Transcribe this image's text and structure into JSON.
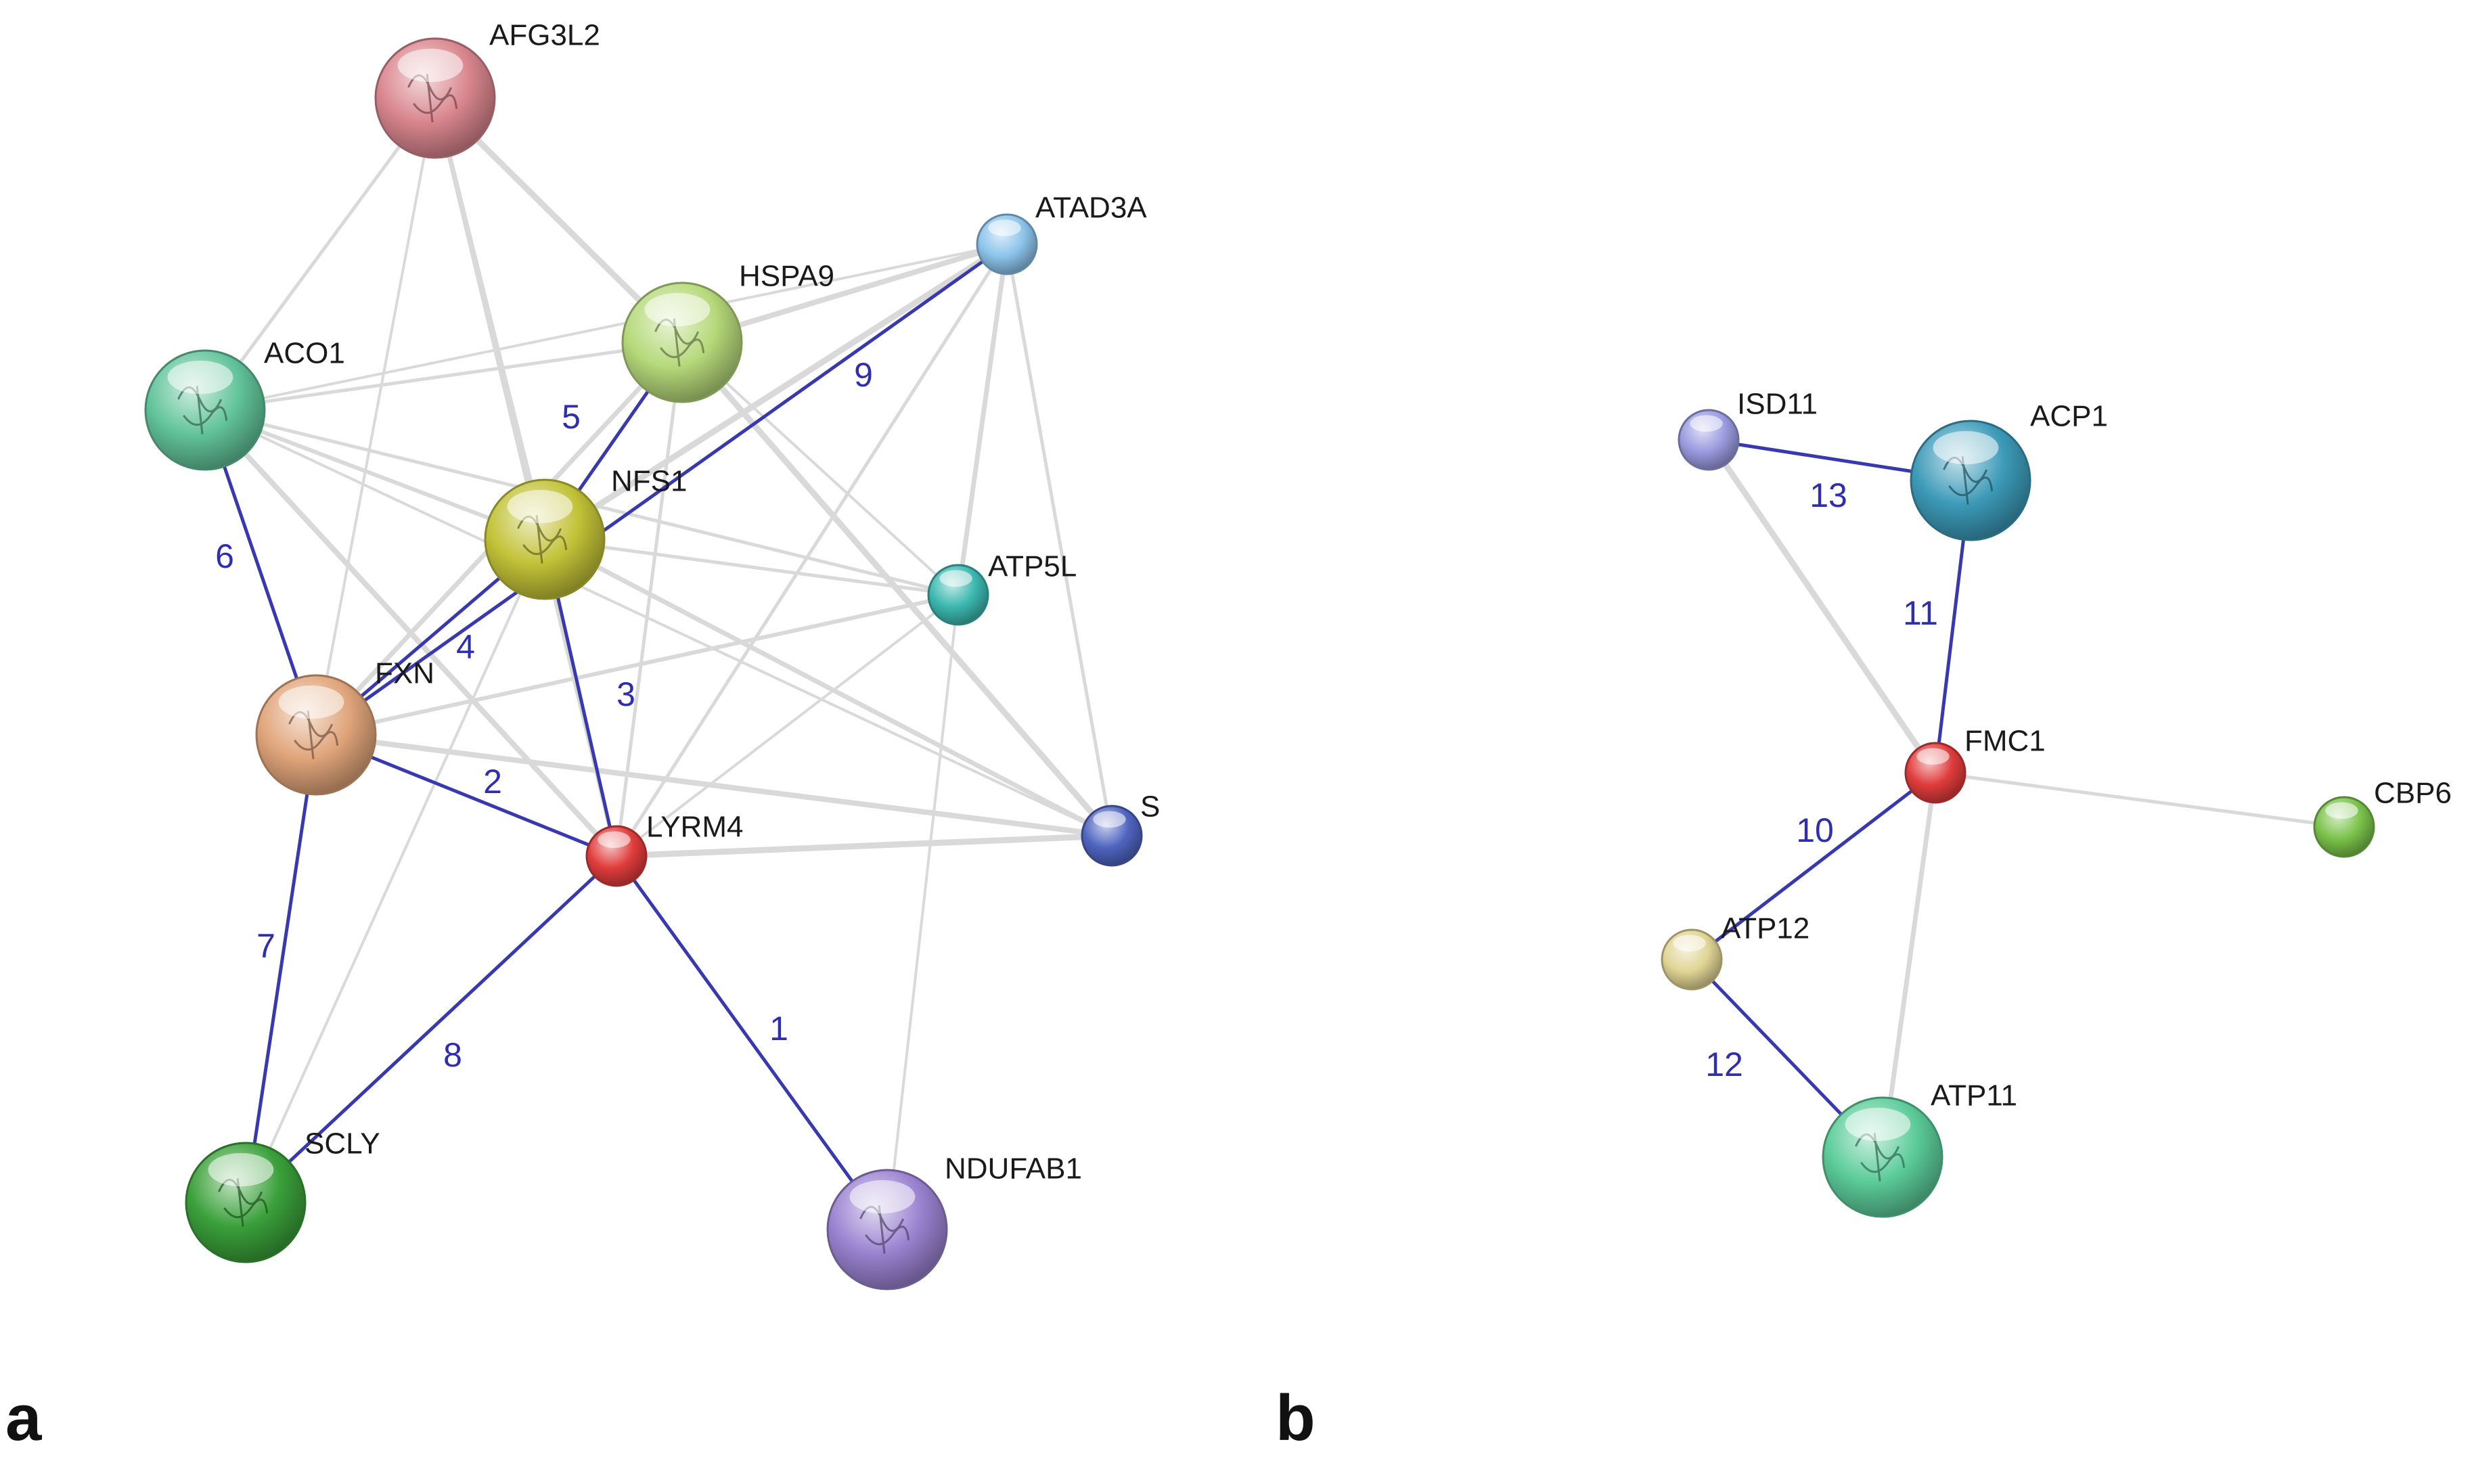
{
  "panels": [
    {
      "letter": "a",
      "nodes": [
        {
          "id": "AFG3L2",
          "label": "AFG3L2",
          "color": "#d9868e",
          "has_structure": true
        },
        {
          "id": "ATAD3A",
          "label": "ATAD3A",
          "color": "#8cc4ea",
          "has_structure": false
        },
        {
          "id": "HSPA9",
          "label": "HSPA9",
          "color": "#b6d97a",
          "has_structure": true
        },
        {
          "id": "ACO1",
          "label": "ACO1",
          "color": "#62c49a",
          "has_structure": true
        },
        {
          "id": "NFS1",
          "label": "NFS1",
          "color": "#c2c238",
          "has_structure": true
        },
        {
          "id": "ATP5L",
          "label": "ATP5L",
          "color": "#3cb8b0",
          "has_structure": false
        },
        {
          "id": "FXN",
          "label": "FXN",
          "color": "#e0a47a",
          "has_structure": true
        },
        {
          "id": "S",
          "label": "S",
          "color": "#4f64c0",
          "has_structure": false
        },
        {
          "id": "LYRM4",
          "label": "LYRM4",
          "color": "#e03c3c",
          "has_structure": false
        },
        {
          "id": "SCLY",
          "label": "SCLY",
          "color": "#3aa03a",
          "has_structure": true
        },
        {
          "id": "NDUFAB1",
          "label": "NDUFAB1",
          "color": "#9a82d0",
          "has_structure": true
        }
      ],
      "highlighted_edges": [
        {
          "source": "LYRM4",
          "target": "NDUFAB1",
          "label": "1"
        },
        {
          "source": "FXN",
          "target": "LYRM4",
          "label": "2"
        },
        {
          "source": "NFS1",
          "target": "LYRM4",
          "label": "3"
        },
        {
          "source": "FXN",
          "target": "NFS1",
          "label": "4"
        },
        {
          "source": "NFS1",
          "target": "HSPA9",
          "label": "5"
        },
        {
          "source": "ACO1",
          "target": "FXN",
          "label": "6"
        },
        {
          "source": "FXN",
          "target": "SCLY",
          "label": "7"
        },
        {
          "source": "LYRM4",
          "target": "SCLY",
          "label": "8"
        },
        {
          "source": "FXN",
          "target": "ATAD3A",
          "label": "9"
        }
      ],
      "background_edges": [
        [
          "AFG3L2",
          "HSPA9"
        ],
        [
          "AFG3L2",
          "ACO1"
        ],
        [
          "AFG3L2",
          "NFS1"
        ],
        [
          "AFG3L2",
          "FXN"
        ],
        [
          "AFG3L2",
          "LYRM4"
        ],
        [
          "HSPA9",
          "ATAD3A"
        ],
        [
          "HSPA9",
          "ACO1"
        ],
        [
          "HSPA9",
          "ATP5L"
        ],
        [
          "HSPA9",
          "S"
        ],
        [
          "HSPA9",
          "LYRM4"
        ],
        [
          "HSPA9",
          "FXN"
        ],
        [
          "ACO1",
          "ATAD3A"
        ],
        [
          "ACO1",
          "NFS1"
        ],
        [
          "ACO1",
          "LYRM4"
        ],
        [
          "ACO1",
          "ATP5L"
        ],
        [
          "ACO1",
          "S"
        ],
        [
          "NFS1",
          "ATAD3A"
        ],
        [
          "NFS1",
          "ATP5L"
        ],
        [
          "NFS1",
          "S"
        ],
        [
          "NFS1",
          "SCLY"
        ],
        [
          "FXN",
          "ATP5L"
        ],
        [
          "FXN",
          "S"
        ],
        [
          "LYRM4",
          "ATAD3A"
        ],
        [
          "LYRM4",
          "ATP5L"
        ],
        [
          "LYRM4",
          "S"
        ],
        [
          "ATAD3A",
          "S"
        ],
        [
          "ATAD3A",
          "ATP5L"
        ],
        [
          "ATP5L",
          "NDUFAB1"
        ]
      ]
    },
    {
      "letter": "b",
      "nodes": [
        {
          "id": "ISD11",
          "label": "ISD11",
          "color": "#9a9ae0",
          "has_structure": false
        },
        {
          "id": "ACP1",
          "label": "ACP1",
          "color": "#3c9ab8",
          "has_structure": true
        },
        {
          "id": "FMC1",
          "label": "FMC1",
          "color": "#e03c3c",
          "has_structure": false
        },
        {
          "id": "CBP6",
          "label": "CBP6",
          "color": "#7ac24a",
          "has_structure": false
        },
        {
          "id": "ATP12",
          "label": "ATP12",
          "color": "#e0d494",
          "has_structure": false
        },
        {
          "id": "ATP11",
          "label": "ATP11",
          "color": "#5ccc9a",
          "has_structure": true
        }
      ],
      "highlighted_edges": [
        {
          "source": "FMC1",
          "target": "ATP12",
          "label": "10"
        },
        {
          "source": "ACP1",
          "target": "FMC1",
          "label": "11"
        },
        {
          "source": "ATP12",
          "target": "ATP11",
          "label": "12"
        },
        {
          "source": "ISD11",
          "target": "ACP1",
          "label": "13"
        }
      ],
      "background_edges": [
        [
          "ISD11",
          "FMC1"
        ],
        [
          "FMC1",
          "CBP6"
        ],
        [
          "FMC1",
          "ATP11"
        ]
      ]
    }
  ]
}
